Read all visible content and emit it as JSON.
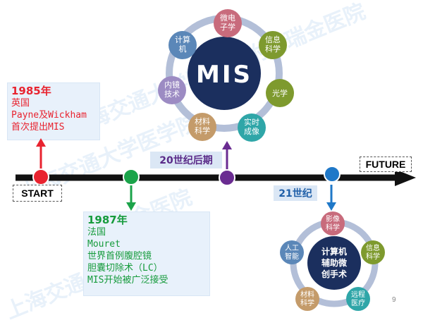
{
  "watermark": {
    "line1": "上海交通大学医学院附属瑞金医院",
    "line2": "瑞金医院",
    "line3": "上海交通大学医学院",
    "line4": "上海交通大学"
  },
  "timeline": {
    "start_label": "START",
    "future_label": "FUTURE",
    "era_20th": "20世纪后期",
    "era_21st": "21世纪"
  },
  "event_1985": {
    "year": "1985年",
    "country": "英国",
    "people": "Payne及Wickham",
    "desc": "首次提出MIS"
  },
  "event_1987": {
    "year": "1987年",
    "country": "法国",
    "person": "Mouret",
    "line1": "世界首例腹腔镜",
    "line2": "胆囊切除术（LC）",
    "line3": "MIS开始被广泛接受"
  },
  "mis_cluster": {
    "center": "MIS",
    "items": [
      {
        "line1": "微电",
        "line2": "子学"
      },
      {
        "line1": "信息",
        "line2": "科学"
      },
      {
        "line1": "光学",
        "line2": ""
      },
      {
        "line1": "实时",
        "line2": "成像"
      },
      {
        "line1": "材料",
        "line2": "科学"
      },
      {
        "line1": "内镜",
        "line2": "技术"
      },
      {
        "line1": "计算",
        "line2": "机"
      }
    ]
  },
  "future_cluster": {
    "center_line1": "计算机",
    "center_line2": "辅助微",
    "center_line3": "创手术",
    "items": [
      {
        "line1": "影像",
        "line2": "科学"
      },
      {
        "line1": "信息",
        "line2": "科学"
      },
      {
        "line1": "远程",
        "line2": "医疗"
      },
      {
        "line1": "材料",
        "line2": "科学"
      },
      {
        "line1": "人工",
        "line2": "智能"
      }
    ]
  },
  "page_number": "9",
  "colors": {
    "red": "#e8232f",
    "green": "#1ba34a",
    "purple": "#6a2c91",
    "blue": "#1f78c8",
    "navy": "#1b2f5e",
    "ring": "#b3bfd8",
    "c_pink": "#c86b7c",
    "c_olive": "#7e9a2e",
    "c_teal": "#2fa6a8",
    "c_lavender": "#9c8bc3",
    "c_tan": "#c49b6a",
    "c_steel": "#5b87b8"
  }
}
